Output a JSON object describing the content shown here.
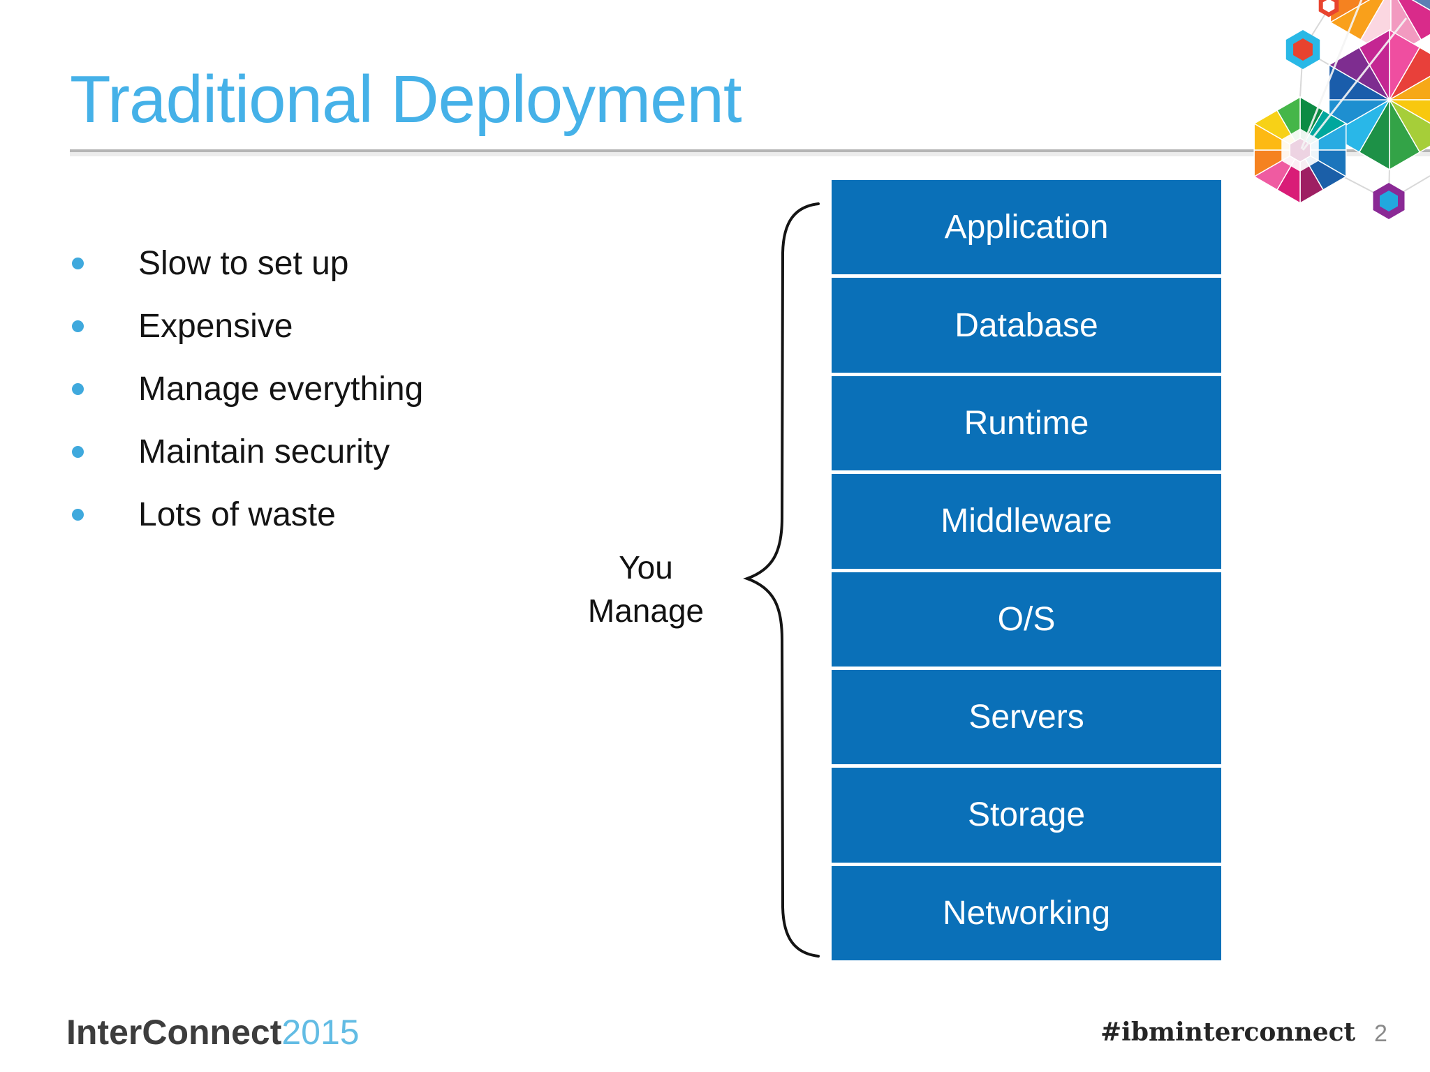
{
  "slide": {
    "title": "Traditional Deployment",
    "bullets": [
      "Slow to set up",
      "Expensive",
      "Manage everything",
      "Maintain security",
      "Lots of waste"
    ],
    "diagram": {
      "brace_label_line1": "You",
      "brace_label_line2": "Manage",
      "stack_layers": [
        "Application",
        "Database",
        "Runtime",
        "Middleware",
        "O/S",
        "Servers",
        "Storage",
        "Networking"
      ]
    },
    "footer": {
      "logo_primary": "InterConnect",
      "logo_year": "2015",
      "hashtag": "#ibminterconnect"
    },
    "page_number": "2",
    "colors": {
      "title_blue": "#45b1e8",
      "stack_blue": "#0a70b8",
      "bullet_dot_blue": "#3fa9dd",
      "footer_year_blue": "#62bce4"
    }
  }
}
